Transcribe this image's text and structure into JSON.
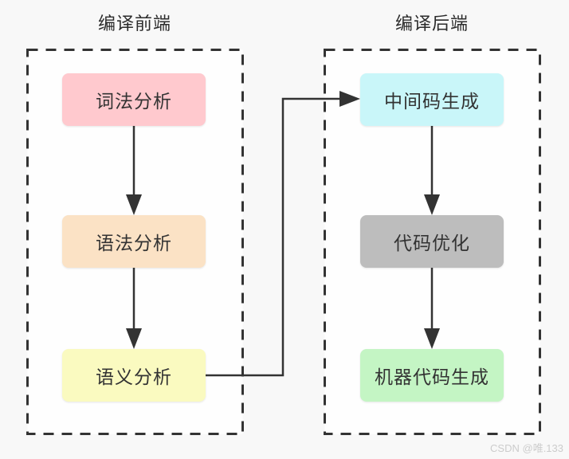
{
  "diagram": {
    "front_end": {
      "title": "编译前端",
      "nodes": [
        {
          "id": "lexical-analysis",
          "label": "词法分析",
          "color": "#ffc9ce"
        },
        {
          "id": "syntax-analysis",
          "label": "语法分析",
          "color": "#fbe2c5"
        },
        {
          "id": "semantic-analysis",
          "label": "语义分析",
          "color": "#fafac0"
        }
      ]
    },
    "back_end": {
      "title": "编译后端",
      "nodes": [
        {
          "id": "intermediate-code-generation",
          "label": "中间码生成",
          "color": "#c9f6f9"
        },
        {
          "id": "code-optimization",
          "label": "代码优化",
          "color": "#bdbdbd"
        },
        {
          "id": "machine-code-generation",
          "label": "机器代码生成",
          "color": "#c4f5c4"
        }
      ]
    },
    "style": {
      "line_color": "#333333",
      "boundary_color": "#333333",
      "boundary_fill": "#fefefe",
      "background": "#f8f8f8"
    }
  },
  "watermark": "CSDN @唯.133"
}
